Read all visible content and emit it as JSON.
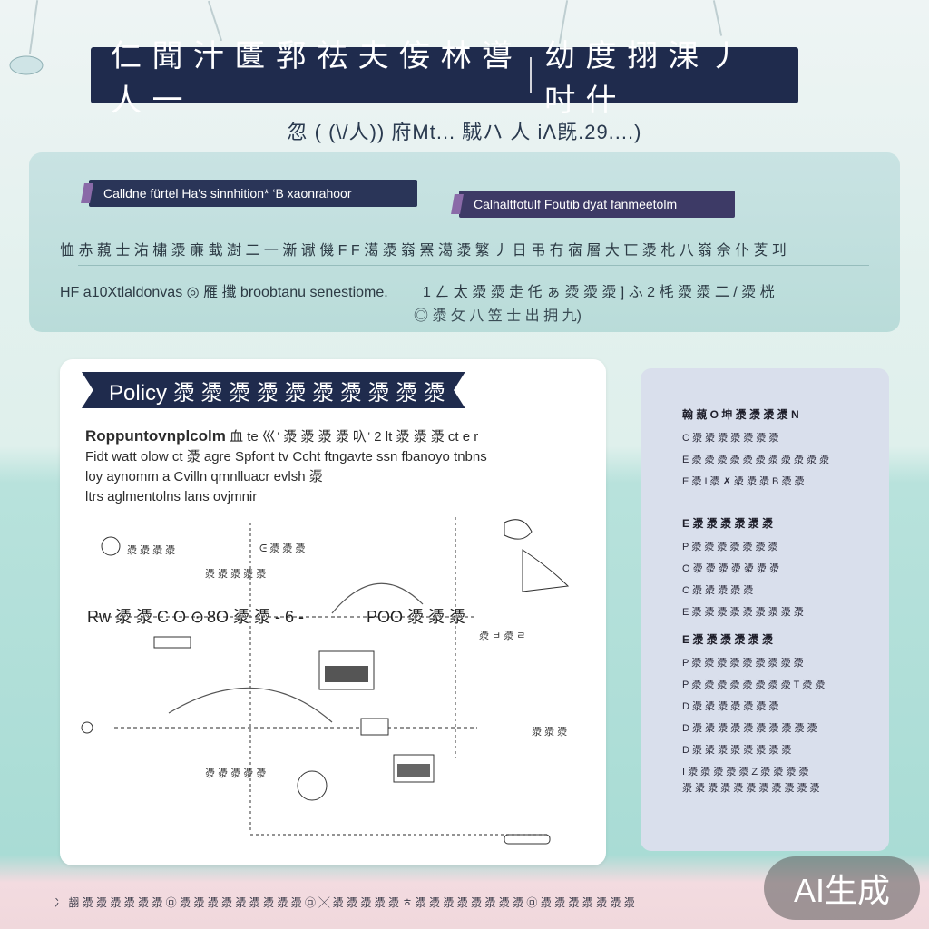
{
  "header": {
    "title_left": "仁 聞 汁 匱 郛 祛 夫 侫 林 噵 人 一",
    "title_right": "幼 度 挧 淉 丿 吋 什",
    "subtitle": "忽 ( (\\/人)) 府Mt...  駥ハ 人 iΛ旣.29....)"
  },
  "top_panel": {
    "tag_left": "Calldne fürtel Ha's sinnhition* ‘B xaonrahoor",
    "tag_right": "Calhaltfotulf Foutib dyat fanmeetolm",
    "line_1": "恤  赤 藽 士 㳓 橚 㵗 亷 蛓 澍 二 一 澵 谳 僟 F F 㵧 㵗 嵡 罴 㵧 㵗 繁 丿 日 弔 冇 㝛 層 大 匸 㵗 朼 八 嵡 佘 仆 羐 㓚",
    "line_2_left": "HF a10Xtlaldonvas ◎  雁 攕 broobtanu senestiome.",
    "line_2_right": "1 ㄥ 太 㵗 㵗 走 仛 ぁ 㵗 㵗 㵗 ] ふ 2 枆 㵗 㵗 二 / 㵗 桄",
    "footnote": "◎ 㵗 攵 八 笠 士 出 拥 九)"
  },
  "policy": {
    "tag": "Policy 㵗 㵗 㵗 㵗  㵗 㵗 㵗 㵗 㵗 㵗",
    "intro_lead": "Roppuntovnplcolm",
    "intro_1": " 血 te  巛  ᡃ 㵗 㵗 㵗 㵗  叺  ᡃ 2 lt 㵗 㵗 㵗 ct e r",
    "intro_2": "Fidt watt olow  ct  㵗 agre  Spfont  tv  Ccht  ftngavte  ssn  fbanoyo  tnbns",
    "intro_3": "loy aynomm a  Cvilln  qmnlluacr  evlsh 㵗",
    "intro_4": "ltrs aglmentolns lans  ovjmnir",
    "node_1": "Rw 㵗 㵗 C O ⊙",
    "node_2": "8O 㵗 㵗 ‑ 6 ‑",
    "node_3": "POO 㵗 㵗 㵗",
    "label_a": "㵗 㵗 㵗 㵗",
    "label_b": "㵗 㵗 㵗 㵗 㵗",
    "label_c": "ᕮ 㵗 㵗 㵗",
    "label_d": "㵗 ㅂ 㵗 ㄹ",
    "label_e": "㵗 㵗 㵗 㵗 㵗",
    "label_f": "㵗 㵗 㵗"
  },
  "side_panel": {
    "group_1": {
      "heading": "翰 藽 O 坤 㵗 㵗 㵗 㵗 N",
      "lines": [
        "C 㵗 㵗 㵗 㵗 㵗 㵗 㵗",
        "E 㵗 㵗 㵗 㵗 㵗 㵗 㵗 㵗 㵗 㵗 㵗",
        "E 㵗 I 㵗 ✗ 㵗 㵗 㵗 B 㵗 㵗"
      ]
    },
    "group_2": {
      "heading": "E 㵗 㵗 㵗 㵗 㵗 㵗",
      "lines": [
        "P 㵗 㵗 㵗 㵗 㵗 㵗 㵗",
        "O 㵗 㵗 㵗 㵗 㵗 㵗 㵗",
        "C 㵗 㵗 㵗 㵗 㵗",
        "E 㵗 㵗 㵗 㵗 㵗 㵗 㵗 㵗 㵗"
      ]
    },
    "group_3": {
      "heading": "E 㵗 㵗 㵗 㵗 㵗 㵗",
      "lines": [
        "P 㵗 㵗 㵗 㵗 㵗 㵗 㵗 㵗 㵗",
        "P 㵗 㵗 㵗 㵗 㵗 㵗 㵗 㵗 T 㵗 㵗",
        "D 㵗 㵗 㵗 㵗 㵗 㵗 㵗",
        "D 㵗 㵗 㵗 㵗 㵗 㵗 㵗 㵗 㵗 㵗",
        "D 㵗 㵗 㵗 㵗 㵗 㵗 㵗 㵗",
        "I 㵗 㵗 㵗 㵗 㵗 Z 㵗 㵗 㵗 㵗"
      ]
    },
    "group_4": {
      "lines": [
        "㵗 㵗 㵗 㵗 㵗 㵗 㵗 㵗 㵗 㵗 㵗"
      ]
    }
  },
  "footer": {
    "line": "冫 翓 㵗 㵗 㵗 㵗  㵗 㵗 ㉤ 㵗 㵗 㵗 㵗 㵗 㵗 㵗 㵗 㵗 ㉤  ╳ 㵗 㵗 㵗 㵗 㵗 ㅎ 㵗 㵗 㵗 㵗 㵗 㵗 㵗 㵗 ㉤ 㵗 㵗 㵗 㵗 㵗 㵗 㵗"
  },
  "badge": "AI生成"
}
